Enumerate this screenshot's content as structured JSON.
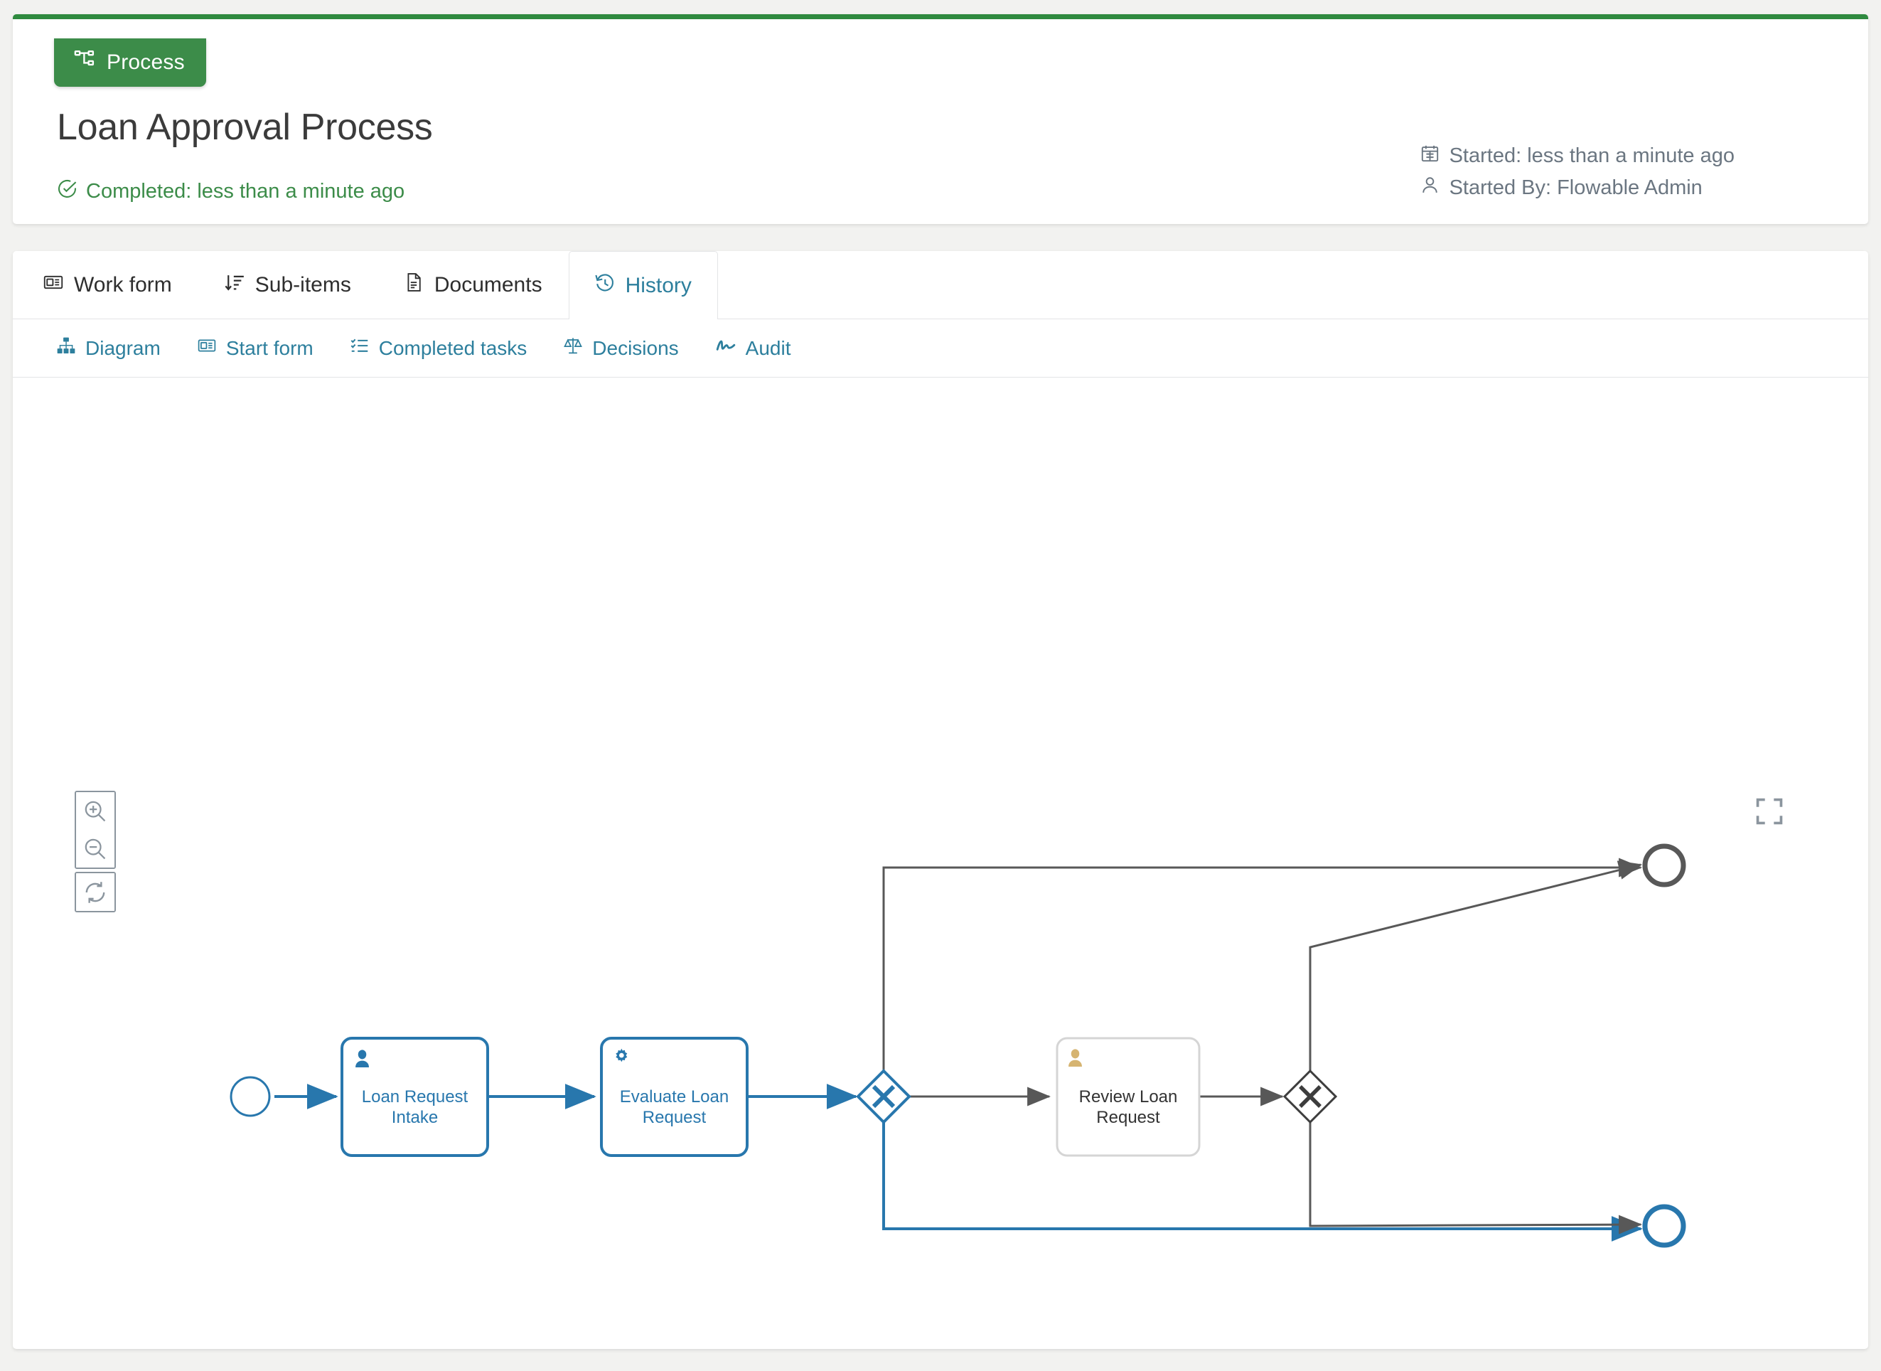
{
  "header": {
    "badge": {
      "label": "Process",
      "icon": "sitemap-icon",
      "color": "#3c8c49"
    },
    "title": "Loan Approval Process",
    "status": {
      "icon": "check-circle-icon",
      "text": "Completed: less than a minute ago",
      "color": "#3c8c49"
    },
    "meta": [
      {
        "icon": "calendar-icon",
        "text": "Started: less than a minute ago"
      },
      {
        "icon": "user-icon",
        "text": "Started By: Flowable Admin"
      }
    ]
  },
  "tabs": [
    {
      "label": "Work form",
      "icon": "work-form-icon",
      "active": false
    },
    {
      "label": "Sub-items",
      "icon": "sort-descending-icon",
      "active": false
    },
    {
      "label": "Documents",
      "icon": "document-icon",
      "active": false
    },
    {
      "label": "History",
      "icon": "history-clock-icon",
      "active": true
    }
  ],
  "subtabs": [
    {
      "label": "Diagram",
      "icon": "sitemap-icon",
      "active": true
    },
    {
      "label": "Start form",
      "icon": "form-icon",
      "active": false
    },
    {
      "label": "Completed tasks",
      "icon": "task-list-icon",
      "active": false
    },
    {
      "label": "Decisions",
      "icon": "scales-icon",
      "active": false
    },
    {
      "label": "Audit",
      "icon": "signature-icon",
      "active": false
    }
  ],
  "diagram": {
    "controls": [
      {
        "name": "zoom-in-button",
        "icon": "magnifier-plus-icon"
      },
      {
        "name": "zoom-out-button",
        "icon": "magnifier-minus-icon"
      },
      {
        "name": "reset-zoom-button",
        "icon": "refresh-icon"
      }
    ],
    "fullscreen": {
      "name": "fullscreen-button",
      "icon": "expand-icon"
    },
    "colors": {
      "active": "#2877ad",
      "inactive": "#595959",
      "pending_icon": "#d6b471"
    },
    "nodes": [
      {
        "id": "start",
        "type": "start-event",
        "label": "",
        "state": "completed"
      },
      {
        "id": "loan-request-intake",
        "type": "user-task",
        "label": "Loan Request\nIntake",
        "line1": "Loan Request",
        "line2": "Intake",
        "state": "completed"
      },
      {
        "id": "evaluate-loan-request",
        "type": "service-task",
        "label": "Evaluate Loan\nRequest",
        "line1": "Evaluate Loan",
        "line2": "Request",
        "state": "completed"
      },
      {
        "id": "gateway-1",
        "type": "exclusive-gateway",
        "label": "",
        "state": "completed"
      },
      {
        "id": "review-loan-request",
        "type": "user-task",
        "label": "Review Loan\nRequest",
        "line1": "Review Loan",
        "line2": "Request",
        "state": "not-executed"
      },
      {
        "id": "gateway-2",
        "type": "exclusive-gateway",
        "label": "",
        "state": "not-executed"
      },
      {
        "id": "end-top",
        "type": "end-event",
        "label": "",
        "state": "not-executed"
      },
      {
        "id": "end-bottom",
        "type": "end-event",
        "label": "",
        "state": "completed"
      }
    ],
    "flows": [
      {
        "from": "start",
        "to": "loan-request-intake",
        "state": "completed"
      },
      {
        "from": "loan-request-intake",
        "to": "evaluate-loan-request",
        "state": "completed"
      },
      {
        "from": "evaluate-loan-request",
        "to": "gateway-1",
        "state": "completed"
      },
      {
        "from": "gateway-1",
        "to": "review-loan-request",
        "state": "not-executed"
      },
      {
        "from": "gateway-1",
        "to": "end-top",
        "state": "not-executed"
      },
      {
        "from": "gateway-1",
        "to": "end-bottom",
        "state": "completed"
      },
      {
        "from": "review-loan-request",
        "to": "gateway-2",
        "state": "not-executed"
      },
      {
        "from": "gateway-2",
        "to": "end-top",
        "state": "not-executed"
      },
      {
        "from": "gateway-2",
        "to": "end-bottom",
        "state": "not-executed"
      }
    ]
  }
}
